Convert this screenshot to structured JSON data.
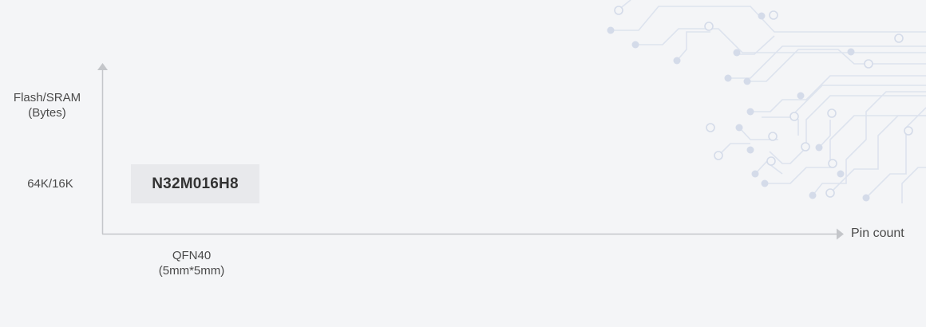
{
  "y_axis": {
    "label_line1": "Flash/SRAM",
    "label_line2": "(Bytes)",
    "tick": "64K/16K"
  },
  "x_axis": {
    "label": "Pin count",
    "tick_line1": "QFN40",
    "tick_line2": "(5mm*5mm)"
  },
  "chips": [
    {
      "name": "N32M016H8",
      "package": "QFN40",
      "memory": "64K/16K"
    }
  ],
  "colors": {
    "background": "#f4f5f7",
    "axis": "#c4c6ca",
    "chip_box": "#e8e9ec",
    "circuit": "#dfe5f0"
  }
}
